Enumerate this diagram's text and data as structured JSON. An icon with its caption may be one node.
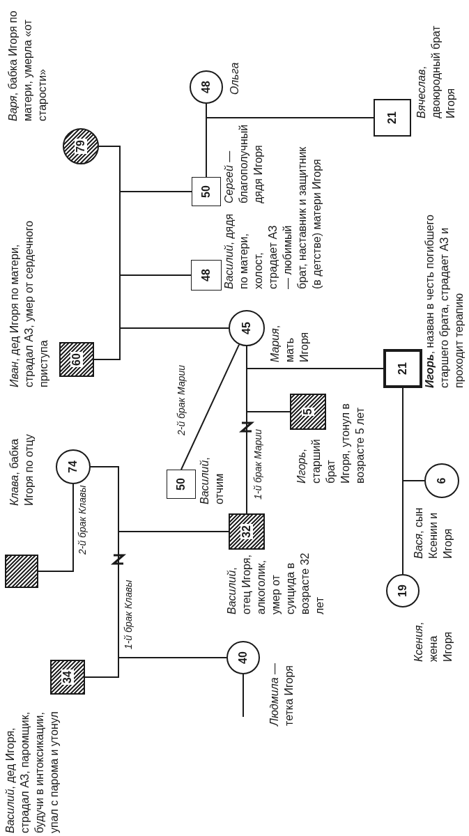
{
  "diagram": {
    "nodes": [
      {
        "text": [
          "79"
        ],
        "beside": [
          "*Варя*, бабка Игоря по матери, умерла «от старости»"
        ]
      },
      {
        "text": [
          "60"
        ],
        "beside": [
          "*Иван*, дед Игоря по матери, страдал АЗ, умер от сердечного приступа"
        ]
      },
      {
        "text": [
          "50"
        ],
        "beside": [
          "*Сергей* — благополучный дядя Игоря"
        ]
      },
      {
        "text": [
          "48"
        ],
        "beside": [
          "Ольга"
        ]
      },
      {
        "text": [
          "21"
        ],
        "beside": [
          "*Вячеслав*, двоюродный брат Игоря"
        ]
      },
      {
        "text": [
          "48"
        ],
        "beside": [
          "*Василий*, дядя по матери, холост, страдает АЗ — любимый брат, наставник и защитник (в детстве) матери Игоря"
        ]
      },
      {
        "text": [
          "45"
        ],
        "beside": [
          "*Мария*, мать Игоря"
        ]
      },
      {
        "text": [
          "21"
        ],
        "beside": [
          "**Игорь**, назван в честь погибшего старшего брата, страдает АЗ и проходит терапию"
        ]
      },
      {
        "text": [
          "5"
        ],
        "beside": [
          "*Игорь*, старший брат Игоря, утонул в возрасте 5 лет"
        ]
      },
      {
        "text": [
          "50"
        ],
        "beside": [
          "*Василий*, отчим"
        ]
      },
      {
        "text": [
          "74"
        ],
        "beside": [
          "*Клава*, бабка Игоря по отцу"
        ]
      },
      {
        "text": [],
        "shape": "box"
      },
      {
        "text": [
          "32"
        ],
        "beside": [
          "*Василий*, отец Игоря, алкоголик, умер от суицида в возрасте 32 лет"
        ]
      },
      {
        "text": [
          "34"
        ],
        "beside": [
          "*Василий*, дед Игоря, страдал АЗ, паромщик, будучи в интоксикации, упал с парома и утонул"
        ]
      },
      {
        "text": [
          "40"
        ],
        "beside": [
          "*Людмила* — тетка Игоря"
        ]
      },
      {
        "text": [
          "19"
        ],
        "beside": [
          "*Ксения*, жена Игоря"
        ]
      },
      {
        "text": [
          "6"
        ],
        "beside": [
          "*Вася*, сын Ксении и Игоря"
        ]
      }
    ],
    "edges": [
      {
        "from": 0,
        "to": 1,
        "arrow": "none"
      },
      {
        "from": 1,
        "to": 2,
        "arrow": "none"
      },
      {
        "from": 1,
        "to": 5,
        "arrow": "none"
      },
      {
        "from": 1,
        "to": 6,
        "arrow": "none"
      },
      {
        "from": 3,
        "to": 2,
        "arrow": "none"
      },
      {
        "from": 2,
        "to": 4,
        "arrow": "none"
      },
      {
        "from": 6,
        "to": 12,
        "arrow": "none",
        "label": "1-й брак Марии"
      },
      {
        "from": 12,
        "to": 7,
        "arrow": "none"
      },
      {
        "from": 12,
        "to": 8,
        "arrow": "none"
      },
      {
        "from": 6,
        "to": 9,
        "arrow": "none",
        "label": "2-й брак Марии"
      },
      {
        "from": 10,
        "to": 13,
        "arrow": "none",
        "label": "1-й брак Клавы"
      },
      {
        "from": 13,
        "to": 12,
        "arrow": "none"
      },
      {
        "from": 13,
        "to": 14,
        "arrow": "none"
      },
      {
        "from": 10,
        "to": 11,
        "arrow": "none",
        "label": "2-й брак Клавы"
      },
      {
        "from": 14,
        "to": null,
        "arrow": "none"
      },
      {
        "from": 7,
        "to": 15,
        "arrow": "none"
      },
      {
        "from": 7,
        "to": 16,
        "arrow": "none"
      }
    ]
  }
}
